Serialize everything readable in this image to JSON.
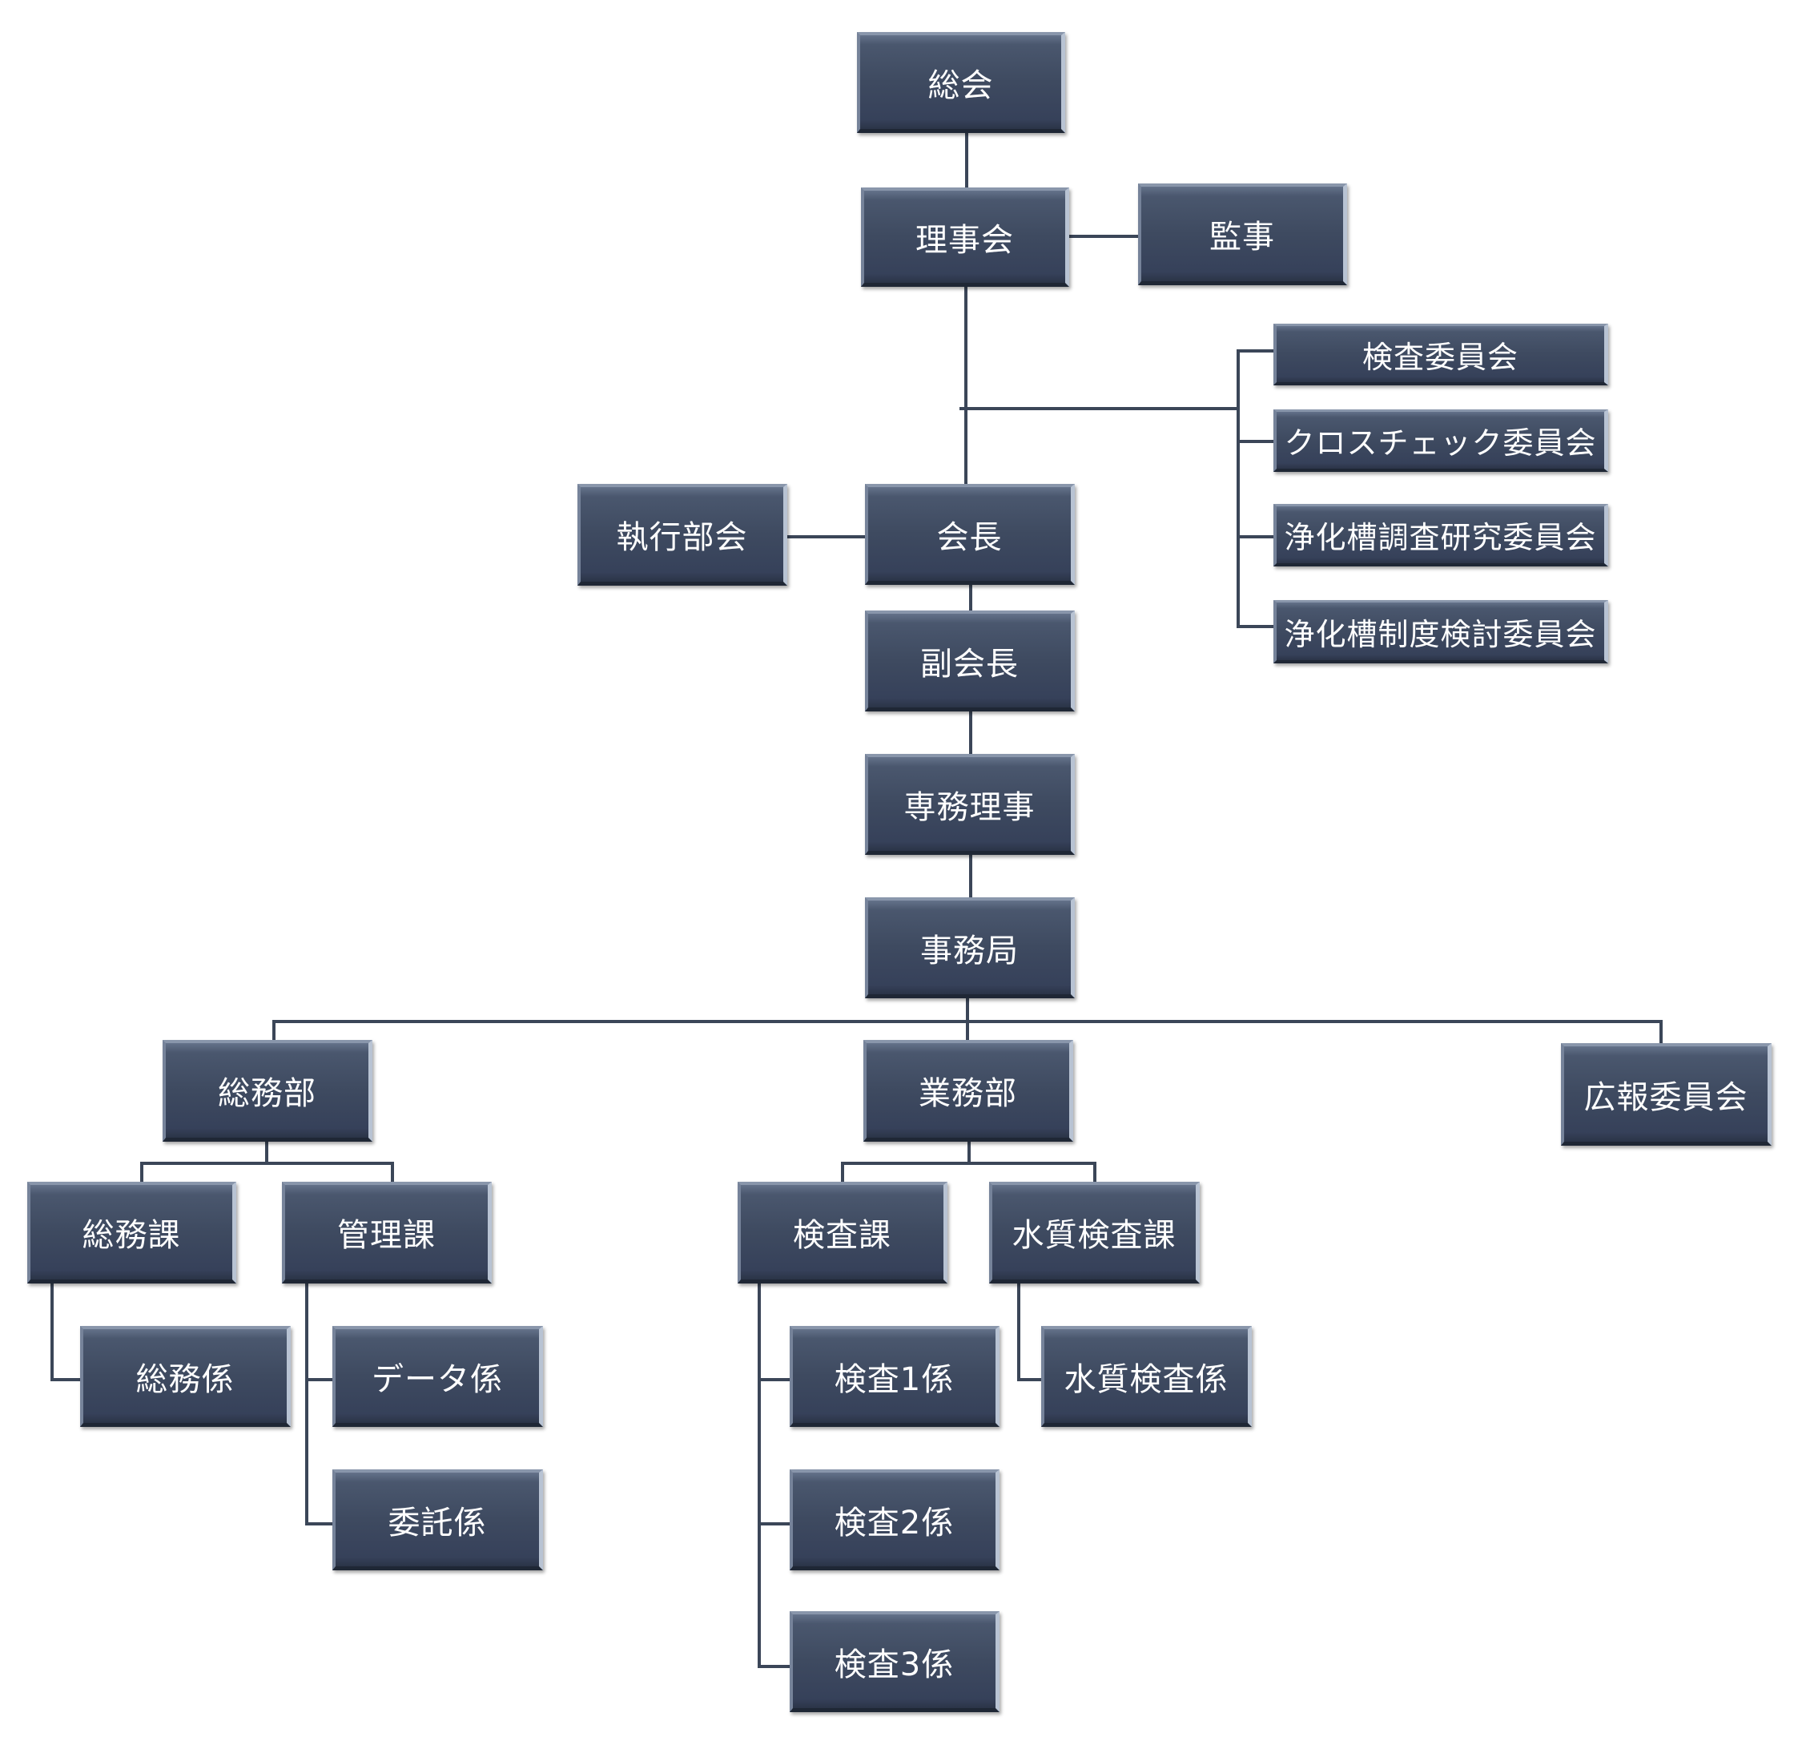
{
  "diagram": {
    "nodes": {
      "sokai": "総会",
      "rijikai": "理事会",
      "kanji": "監事",
      "kensa_iinkai": "検査委員会",
      "crosscheck_iinkai": "クロスチェック委員会",
      "jokaso_chosa_iinkai": "浄化槽調査研究委員会",
      "jokaso_seido_iinkai": "浄化槽制度検討委員会",
      "shikko_bukai": "執行部会",
      "kaicho": "会長",
      "fukukaicho": "副会長",
      "senmu_riji": "専務理事",
      "jimukyoku": "事務局",
      "somubu": "総務部",
      "gyomubu": "業務部",
      "koho_iinkai": "広報委員会",
      "somuka": "総務課",
      "kanrika": "管理課",
      "kensaka": "検査課",
      "suishitsu_kensaka": "水質検査課",
      "somugakari": "総務係",
      "data_gakari": "データ係",
      "itaku_gakari": "委託係",
      "kensa1_gakari": "検査1係",
      "kensa2_gakari": "検査2係",
      "kensa3_gakari": "検査3係",
      "suishitsu_kensa_gakari": "水質検査係"
    }
  }
}
